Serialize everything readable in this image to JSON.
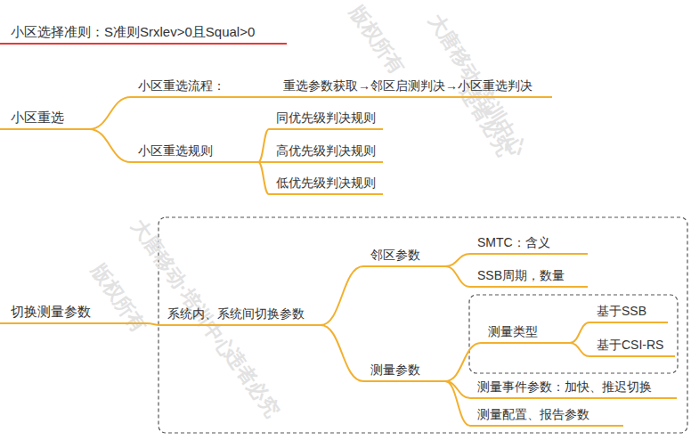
{
  "diagram": {
    "nodes": [
      {
        "text": [
          "小区选择准则：S准则Srxlev>0且Squal>0"
        ]
      },
      {
        "text": [
          "小区重选"
        ]
      },
      {
        "text": [
          "小区重选流程："
        ]
      },
      {
        "text": [
          "重选参数获取→邻区启测判决→小区重选判决"
        ]
      },
      {
        "text": [
          "小区重选规则"
        ]
      },
      {
        "text": [
          "同优先级判决规则"
        ]
      },
      {
        "text": [
          "高优先级判决规则"
        ]
      },
      {
        "text": [
          "低优先级判决规则"
        ]
      },
      {
        "text": [
          "切换测量参数"
        ]
      },
      {
        "text": [
          "系统内、系统间切换参数"
        ]
      },
      {
        "text": [
          "邻区参数"
        ]
      },
      {
        "text": [
          "SMTC：含义"
        ]
      },
      {
        "text": [
          "SSB周期，数量"
        ]
      },
      {
        "text": [
          "测量参数"
        ]
      },
      {
        "text": [
          "测量类型"
        ]
      },
      {
        "text": [
          "基于SSB"
        ]
      },
      {
        "text": [
          "基于CSI-RS"
        ]
      },
      {
        "text": [
          "测量事件参数：加快、推迟切换"
        ]
      },
      {
        "text": [
          "测量配置、报告参数"
        ]
      }
    ],
    "edges": [
      {
        "from": 1,
        "to": 2,
        "arrow": "none"
      },
      {
        "from": 2,
        "to": 3,
        "arrow": "none"
      },
      {
        "from": 1,
        "to": 4,
        "arrow": "none"
      },
      {
        "from": 4,
        "to": 5,
        "arrow": "none"
      },
      {
        "from": 4,
        "to": 6,
        "arrow": "none"
      },
      {
        "from": 4,
        "to": 7,
        "arrow": "none"
      },
      {
        "from": 8,
        "to": 9,
        "arrow": "none"
      },
      {
        "from": 9,
        "to": 10,
        "arrow": "none"
      },
      {
        "from": 9,
        "to": 13,
        "arrow": "none"
      },
      {
        "from": 10,
        "to": 11,
        "arrow": "none"
      },
      {
        "from": 10,
        "to": 12,
        "arrow": "none"
      },
      {
        "from": 13,
        "to": 14,
        "arrow": "none"
      },
      {
        "from": 13,
        "to": 17,
        "arrow": "none"
      },
      {
        "from": 13,
        "to": 18,
        "arrow": "none"
      },
      {
        "from": 14,
        "to": 15,
        "arrow": "none"
      },
      {
        "from": 14,
        "to": 16,
        "arrow": "none"
      }
    ],
    "labels": [
      "大唐移动·培训中心",
      "版权所有",
      "违者必究",
      "大唐移动·培训中心",
      "版权所有",
      "违者必究"
    ]
  }
}
